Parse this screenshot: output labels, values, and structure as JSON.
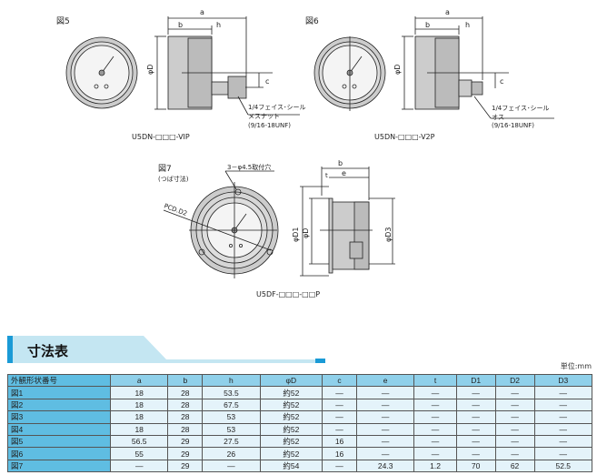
{
  "figures": {
    "fig5": {
      "label": "図5",
      "model": "U5DN-□□□-VIP",
      "note_line1": "1/4フェイス･シール",
      "note_line2": "メスナット",
      "note_line3": "(9/16-18UNF)",
      "dims": {
        "a": "a",
        "b": "b",
        "h": "h",
        "D": "φD",
        "c": "c"
      }
    },
    "fig6": {
      "label": "図6",
      "model": "U5DN-□□□-V2P",
      "note_line1": "1/4フェイス･シール",
      "note_line2": "オス",
      "note_line3": "(9/16-18UNF)",
      "dims": {
        "a": "a",
        "b": "b",
        "h": "h",
        "D": "φD",
        "c": "c"
      }
    },
    "fig7": {
      "label": "図7",
      "sublabel": "(つば寸法)",
      "hole_note": "3－φ4.5取付穴",
      "pcd": "PCD.D2",
      "model": "U5DF-□□□-□□P",
      "dims": {
        "b": "b",
        "t": "t",
        "e": "e",
        "D1": "φD1",
        "D": "φD",
        "D3": "φD3"
      }
    }
  },
  "section_title": "寸法表",
  "unit": "単位:mm",
  "table": {
    "headers": [
      "外観形状番号",
      "a",
      "b",
      "h",
      "φD",
      "c",
      "e",
      "t",
      "D1",
      "D2",
      "D3"
    ],
    "rows": [
      [
        "図1",
        "18",
        "28",
        "53.5",
        "約52",
        "—",
        "—",
        "—",
        "—",
        "—",
        "—"
      ],
      [
        "図2",
        "18",
        "28",
        "67.5",
        "約52",
        "—",
        "—",
        "—",
        "—",
        "—",
        "—"
      ],
      [
        "図3",
        "18",
        "28",
        "53",
        "約52",
        "—",
        "—",
        "—",
        "—",
        "—",
        "—"
      ],
      [
        "図4",
        "18",
        "28",
        "53",
        "約52",
        "—",
        "—",
        "—",
        "—",
        "—",
        "—"
      ],
      [
        "図5",
        "56.5",
        "29",
        "27.5",
        "約52",
        "16",
        "—",
        "—",
        "—",
        "—",
        "—"
      ],
      [
        "図6",
        "55",
        "29",
        "26",
        "約52",
        "16",
        "—",
        "—",
        "—",
        "—",
        "—"
      ],
      [
        "図7",
        "—",
        "29",
        "—",
        "約54",
        "—",
        "24.3",
        "1.2",
        "70",
        "62",
        "52.5"
      ]
    ]
  },
  "colors": {
    "accent": "#1a9ad6",
    "band": "#c4e6f2",
    "header": "#8fd0ea",
    "rowhead": "#5fbde2",
    "cell": "#e4f3fa"
  }
}
